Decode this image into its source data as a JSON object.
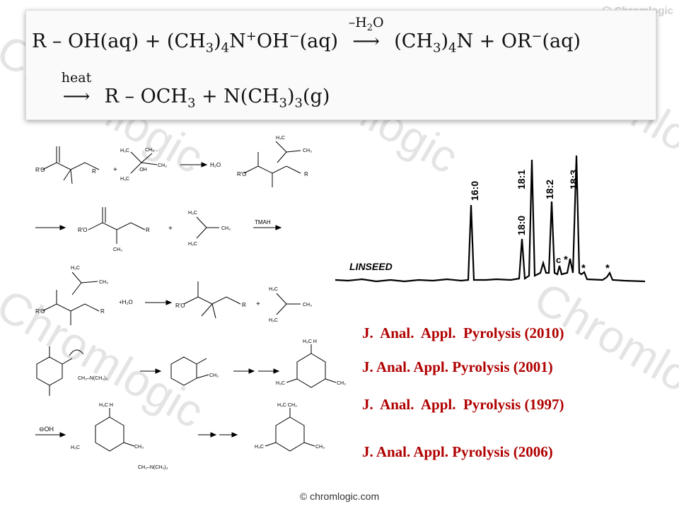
{
  "brand": "Chromlogic",
  "watermark": "Chromlogic",
  "equation": {
    "line1_reactant": "R – OH(aq) + (CH",
    "line1_mid": "N",
    "line1_oh": "OH",
    "line1_aq": "(aq)",
    "arrow1_label": "–H",
    "arrow1_sub": "2",
    "arrow1_o": "O",
    "line1_product": "(CH",
    "line1_product_mid": "N + OR",
    "line1_product_end": "(aq)",
    "arrow2_label": "heat",
    "line2_product": "R – OCH",
    "line2_product_mid": " + N(CH",
    "line2_product_end": "(g)",
    "sub3": "3",
    "sub4": "4",
    "sup_plus": "+",
    "sup_minus": "−"
  },
  "chromatogram": {
    "sample_label": "LINSEED",
    "peaks": [
      {
        "label": "16:0"
      },
      {
        "label": "18:0"
      },
      {
        "label": "18:1"
      },
      {
        "label": "18:2"
      },
      {
        "label": "18:3"
      },
      {
        "label": "c"
      },
      {
        "label": "*"
      },
      {
        "label": "*"
      },
      {
        "label": "*"
      }
    ]
  },
  "schemes": {
    "tmah_label": "TMAH",
    "h2o_label": "H₂O",
    "plus_h2o_label": "+H₂O",
    "plus": "+"
  },
  "references": [
    "J.  Anal.  Appl.  Pyrolysis (2010)",
    "J. Anal. Appl. Pyrolysis (2001)",
    "J.  Anal.  Appl.  Pyrolysis (1997)",
    "J. Anal. Appl. Pyrolysis (2006)"
  ],
  "footer": "© chromlogic.com"
}
